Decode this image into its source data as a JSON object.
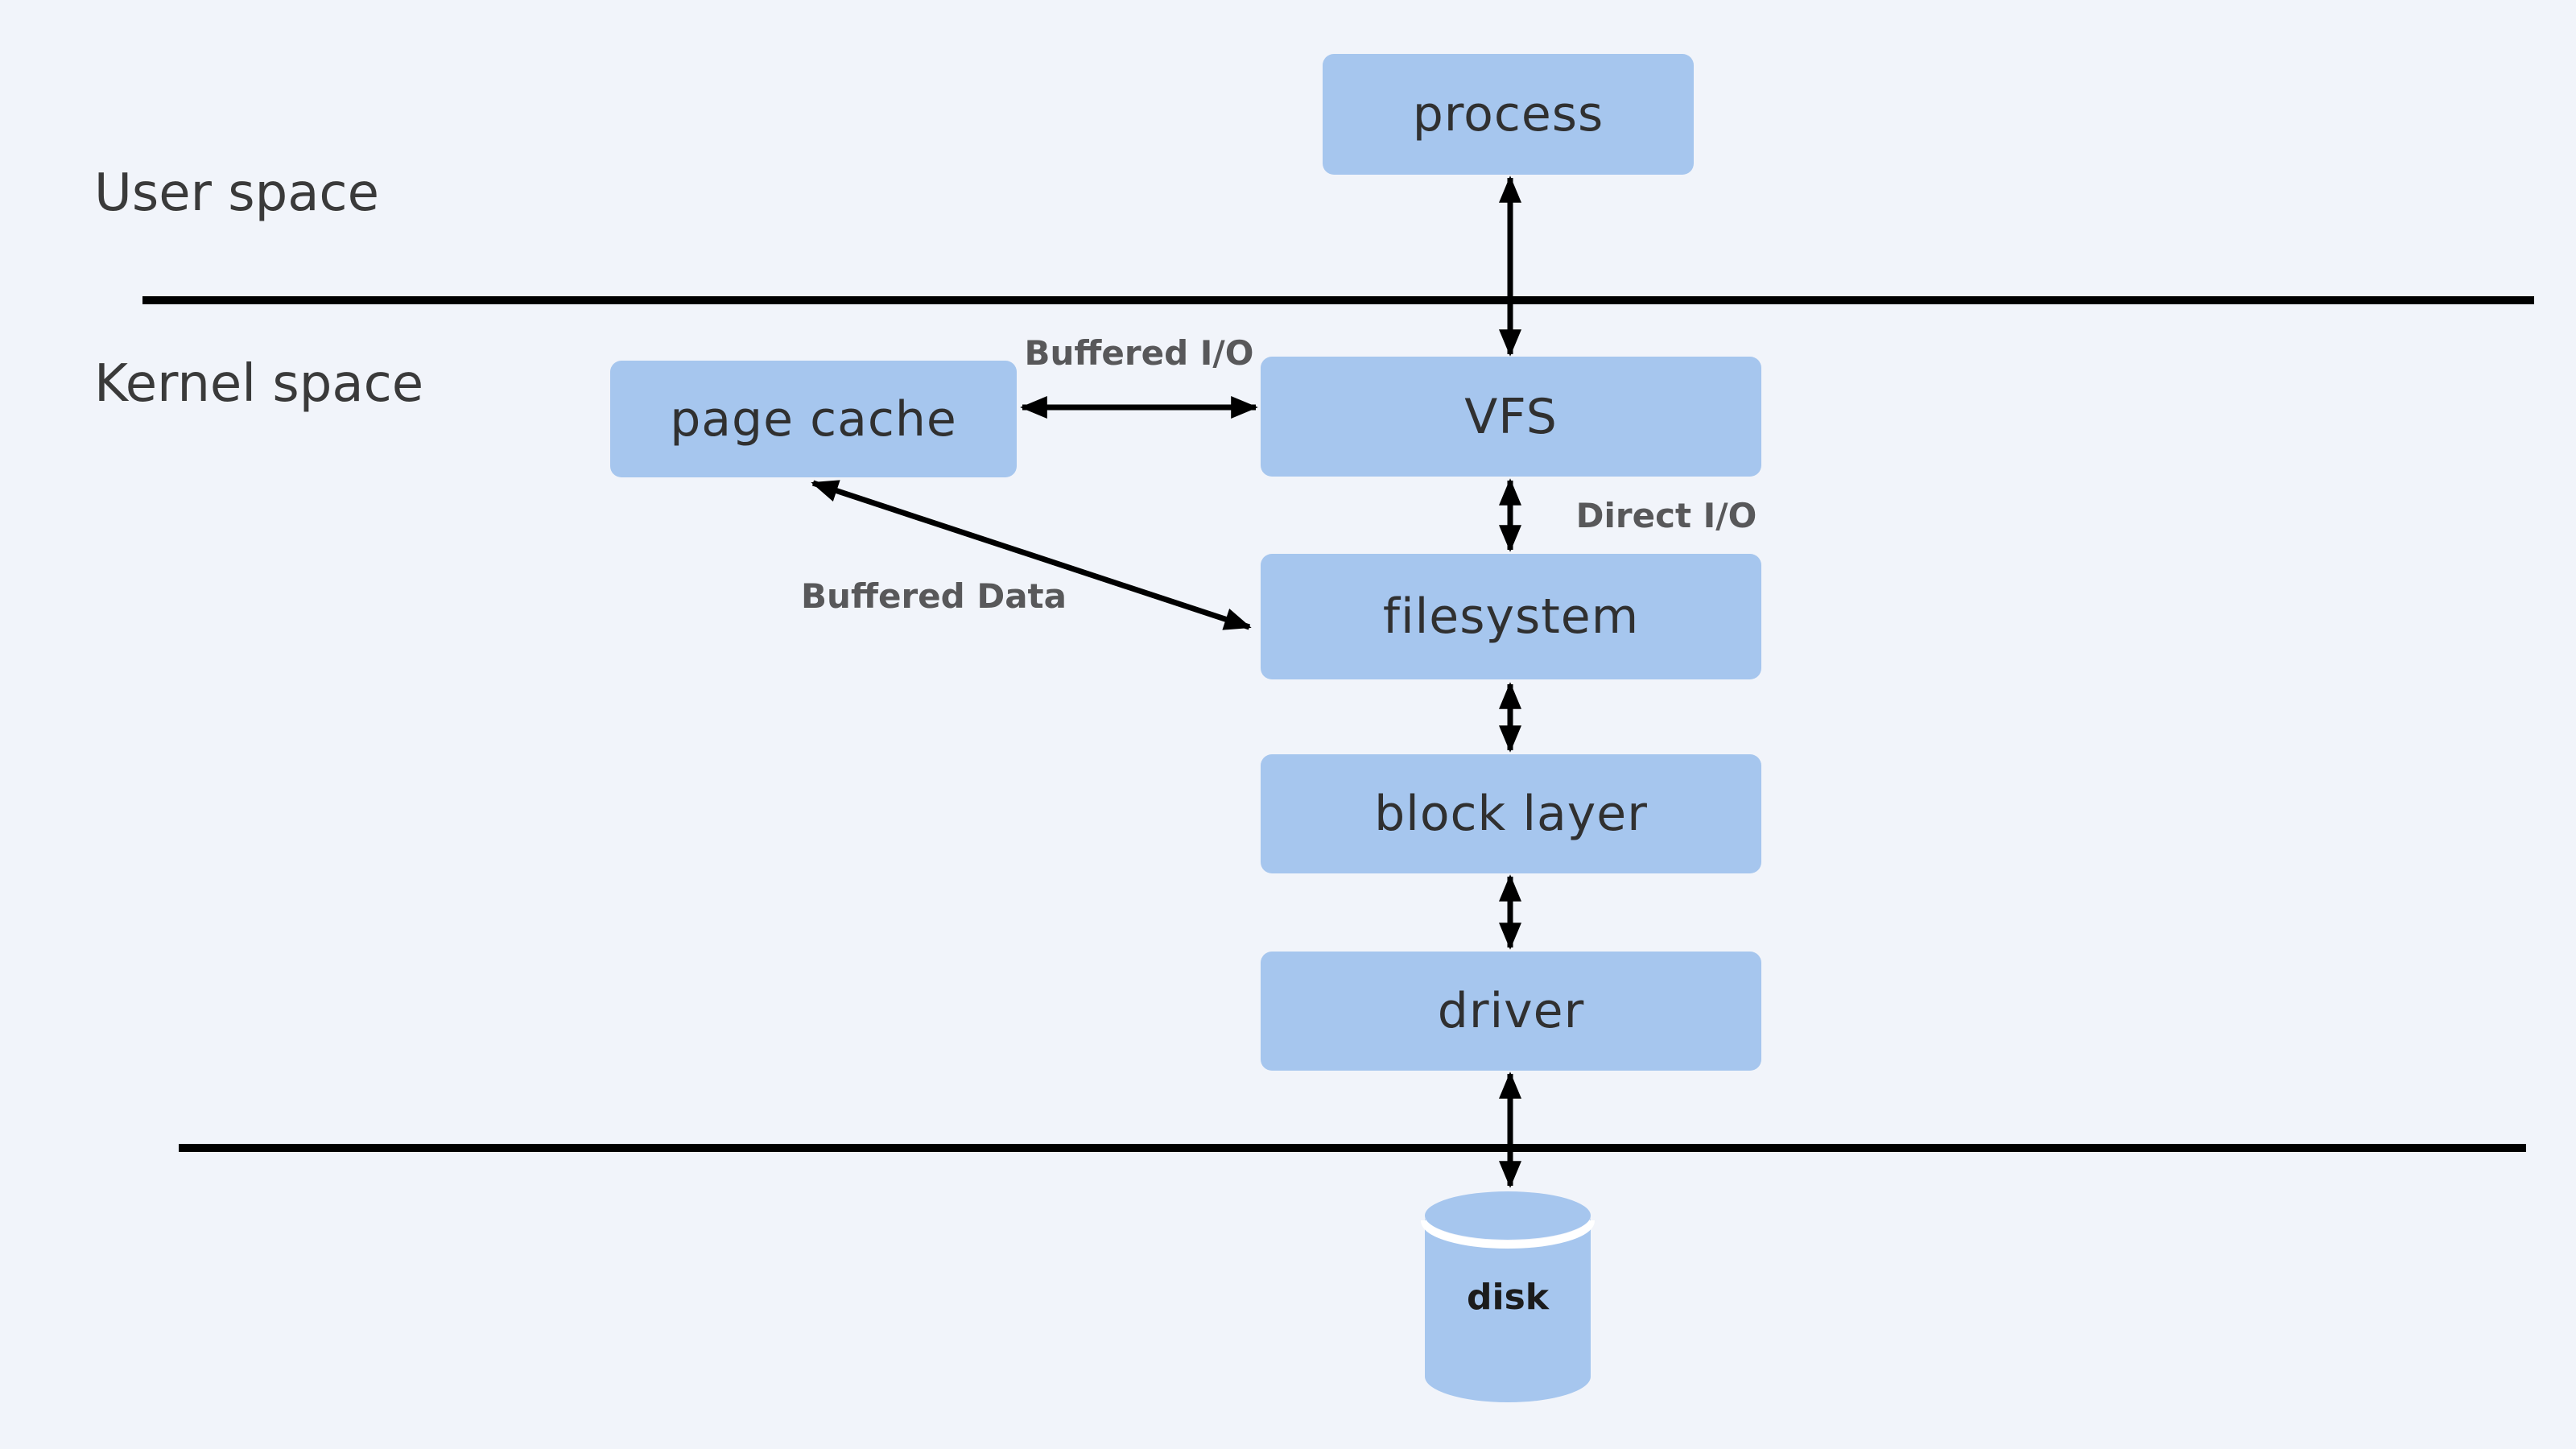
{
  "title": "Linux I/O stack diagram",
  "theme": {
    "background": "#f1f4fa",
    "box_fill": "#a6c6ee",
    "box_text": "#303030",
    "line_color": "#000000",
    "edge_label_color": "#58585a",
    "space_label_color": "#3a3a3a",
    "disk_text": "#1c1c1c"
  },
  "regions": {
    "user_space": "User space",
    "kernel_space": "Kernel space"
  },
  "nodes": [
    {
      "id": "process",
      "label": "process"
    },
    {
      "id": "page_cache",
      "label": "page cache"
    },
    {
      "id": "vfs",
      "label": "VFS"
    },
    {
      "id": "filesystem",
      "label": "filesystem"
    },
    {
      "id": "block_layer",
      "label": "block layer"
    },
    {
      "id": "driver",
      "label": "driver"
    },
    {
      "id": "disk",
      "label": "disk"
    }
  ],
  "edges": [
    {
      "from": "process",
      "to": "vfs",
      "label": "",
      "bidirectional": true
    },
    {
      "from": "page_cache",
      "to": "vfs",
      "label": "Buffered I/O",
      "bidirectional": true
    },
    {
      "from": "vfs",
      "to": "filesystem",
      "label": "Direct I/O",
      "bidirectional": true
    },
    {
      "from": "page_cache",
      "to": "filesystem",
      "label": "Buffered Data",
      "bidirectional": true
    },
    {
      "from": "filesystem",
      "to": "block_layer",
      "label": "",
      "bidirectional": true
    },
    {
      "from": "block_layer",
      "to": "driver",
      "label": "",
      "bidirectional": true
    },
    {
      "from": "driver",
      "to": "disk",
      "label": "",
      "bidirectional": true
    }
  ]
}
